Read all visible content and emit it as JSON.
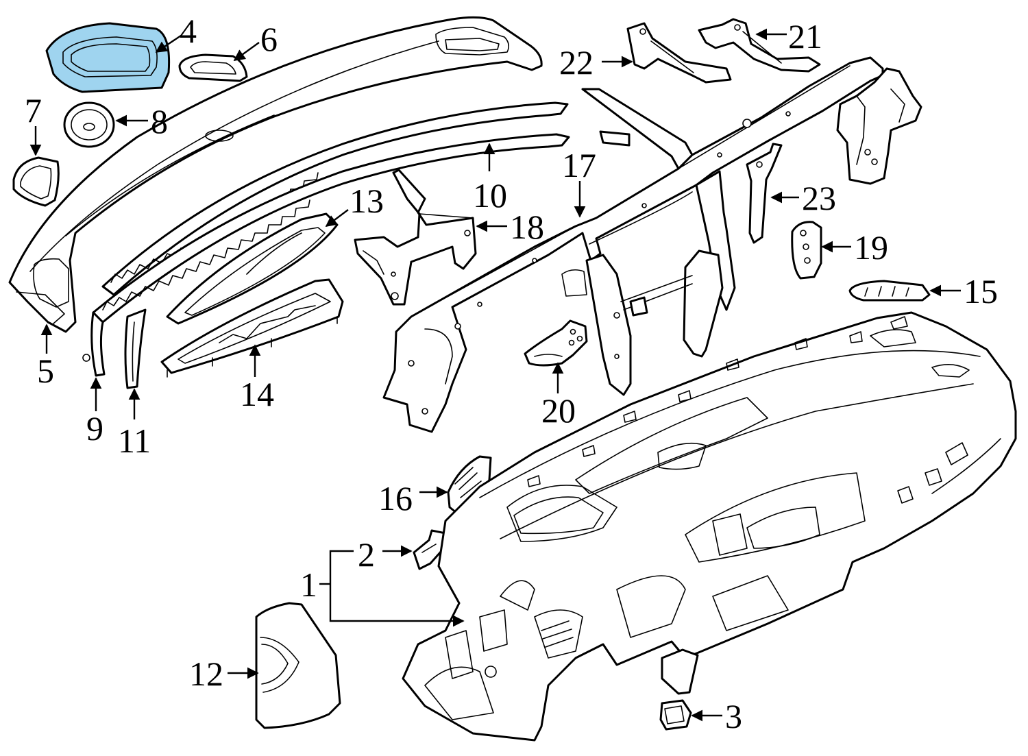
{
  "highlight_color": "#9fd4ef",
  "line_color": "#000000",
  "background_color": "#ffffff",
  "callouts": {
    "c1": "1",
    "c2": "2",
    "c3": "3",
    "c4": "4",
    "c5": "5",
    "c6": "6",
    "c7": "7",
    "c8": "8",
    "c9": "9",
    "c10": "10",
    "c11": "11",
    "c12": "12",
    "c13": "13",
    "c14": "14",
    "c15": "15",
    "c16": "16",
    "c17": "17",
    "c18": "18",
    "c19": "19",
    "c20": "20",
    "c21": "21",
    "c22": "22",
    "c23": "23"
  }
}
